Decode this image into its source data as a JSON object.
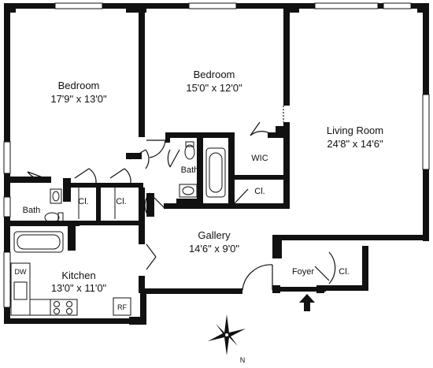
{
  "rooms": {
    "bedroom1": {
      "name": "Bedroom",
      "dims": "17'9\" x 13'0\""
    },
    "bedroom2": {
      "name": "Bedroom",
      "dims": "15'0\" x 12'0\""
    },
    "living": {
      "name": "Living Room",
      "dims": "24'8\" x 14'6\""
    },
    "gallery": {
      "name": "Gallery",
      "dims": "14'6\" x 9'0\""
    },
    "kitchen": {
      "name": "Kitchen",
      "dims": "13'0\" x 11'0\""
    },
    "bath_left": {
      "name": "Bath"
    },
    "bath_center": {
      "name": "Bath"
    },
    "wic": {
      "name": "WIC"
    },
    "closet_1": {
      "name": "Cl."
    },
    "closet_2": {
      "name": "Cl."
    },
    "closet_3": {
      "name": "Cl."
    },
    "closet_4": {
      "name": "Cl."
    },
    "foyer": {
      "name": "Foyer"
    }
  },
  "compass": {
    "north_label": "N"
  },
  "appliances": {
    "dishwasher": "DW",
    "refrigerator": "RF"
  },
  "colors": {
    "wall": "#111111",
    "background": "#ffffff"
  }
}
